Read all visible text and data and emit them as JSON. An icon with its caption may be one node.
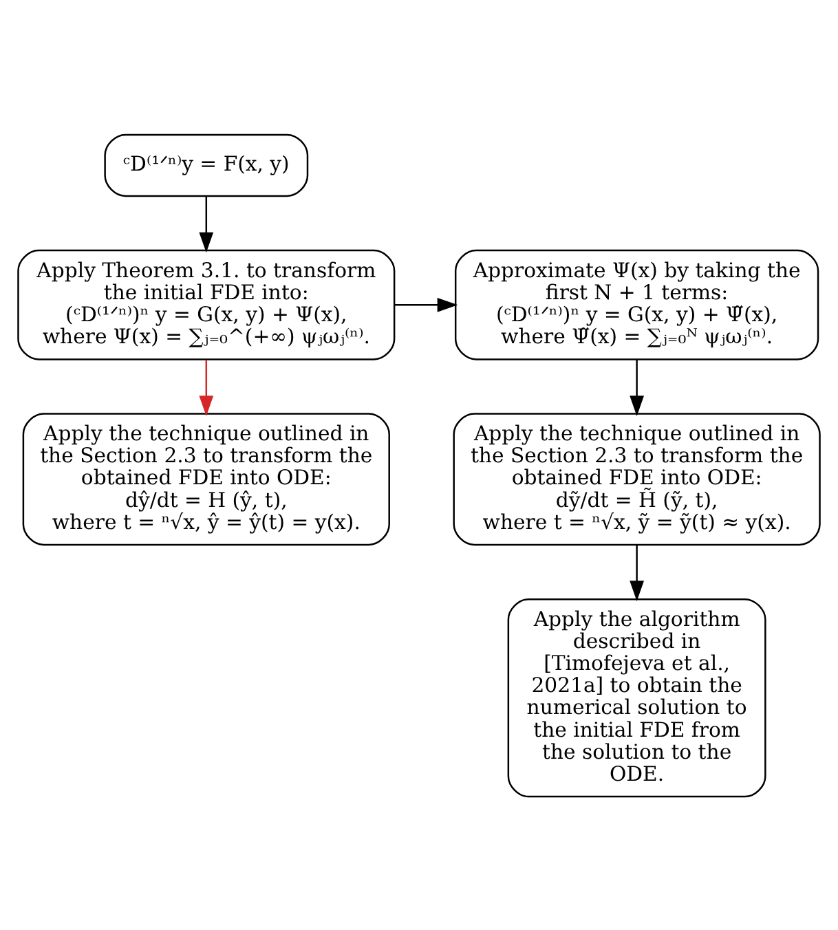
{
  "diagram": {
    "nodes": [
      {
        "text": [
          "ᶜD⁽¹ᐟⁿ⁾y = F(x, y)"
        ]
      },
      {
        "text": [
          "Apply Theorem 3.1. to transform the initial FDE into:",
          "(ᶜD⁽¹ᐟⁿ⁾)ⁿ y = G(x, y) + Ψ(x),",
          "where Ψ(x) = ∑ⱼ₌₀^(+∞) ψⱼωⱼ⁽ⁿ⁾."
        ]
      },
      {
        "text": [
          "Approximate Ψ(x) by taking the first N + 1 terms:",
          "(ᶜD⁽¹ᐟⁿ⁾)ⁿ y = G(x, y) + Ψ̃(x),",
          "where Ψ̃(x) = ∑ⱼ₌₀ᴺ ψⱼωⱼ⁽ⁿ⁾."
        ]
      },
      {
        "text": [
          "Apply the technique outlined in the Section 2.3 to transform the obtained FDE into ODE:",
          "dŷ/dt = H (ŷ, t),",
          "where t = ⁿ√x, ŷ = ŷ(t) = y(x)."
        ]
      },
      {
        "text": [
          "Apply the technique outlined in the Section 2.3 to transform the obtained FDE into ODE:",
          "dỹ/dt = H̃ (ỹ, t),",
          "where t = ⁿ√x, ỹ = ỹ(t) ≈ y(x)."
        ]
      },
      {
        "text": [
          "Apply the algorithm described in [Timofejeva et al., 2021a] to obtain the numerical solution to the initial FDE from the solution to the ODE."
        ]
      }
    ],
    "edges": [
      {
        "from": 0,
        "to": 1,
        "arrow": "to"
      },
      {
        "from": 1,
        "to": 2,
        "arrow": "to"
      },
      {
        "from": 1,
        "to": 3,
        "arrow": "to",
        "color": "#d62728"
      },
      {
        "from": 2,
        "to": 4,
        "arrow": "to"
      },
      {
        "from": 4,
        "to": 5,
        "arrow": "to"
      }
    ]
  }
}
